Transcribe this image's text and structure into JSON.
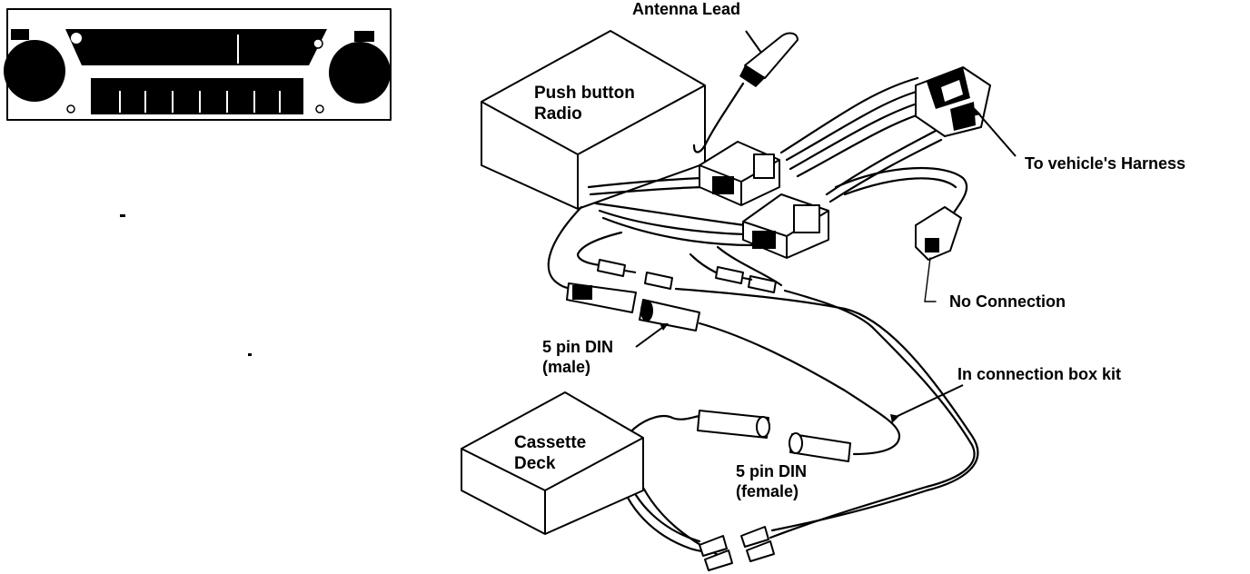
{
  "labels": {
    "antenna_lead": "Antenna Lead",
    "push_button_radio_line1": "Push button",
    "push_button_radio_line2": "Radio",
    "to_vehicle_harness": "To vehicle's Harness",
    "no_connection": "No Connection",
    "din_male_line1": "5 pin DIN",
    "din_male_line2": "(male)",
    "in_connection_box_kit": "In connection box kit",
    "cassette_deck_line1": "Cassette",
    "cassette_deck_line2": "Deck",
    "din_female_line1": "5 pin DIN",
    "din_female_line2": "(female)"
  },
  "colors": {
    "ink": "#000000",
    "paper": "#ffffff"
  }
}
